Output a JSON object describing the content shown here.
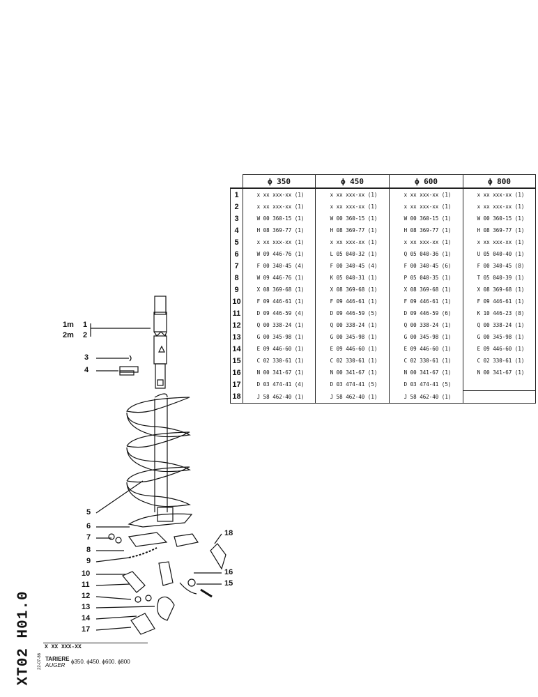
{
  "table": {
    "columns": [
      "ϕ 350",
      "ϕ 450",
      "ϕ 600",
      "ϕ 800"
    ],
    "rows": [
      {
        "n": "1",
        "c": [
          "x xx xxx-xx (1)",
          "x xx xxx-xx (1)",
          "x xx xxx-xx (1)",
          "x xx xxx-xx (1)"
        ]
      },
      {
        "n": "2",
        "c": [
          "x xx xxx-xx (1)",
          "x xx xxx-xx (1)",
          "x xx xxx-xx (1)",
          "x xx xxx-xx (1)"
        ]
      },
      {
        "n": "3",
        "c": [
          "W 00 360-15 (1)",
          "W 00 360-15 (1)",
          "W 00 360-15 (1)",
          "W 00 360-15 (1)"
        ]
      },
      {
        "n": "4",
        "c": [
          "H 08 369-77 (1)",
          "H 08 369-77 (1)",
          "H 08 369-77 (1)",
          "H 08 369-77 (1)"
        ]
      },
      {
        "n": "5",
        "c": [
          "x xx xxx-xx (1)",
          "x xx xxx-xx (1)",
          "x xx xxx-xx (1)",
          "x xx xxx-xx (1)"
        ]
      },
      {
        "n": "6",
        "c": [
          "W 09 446-76 (1)",
          "L 05 040-32 (1)",
          "Q 05 040-36 (1)",
          "U 05 040-40 (1)"
        ]
      },
      {
        "n": "7",
        "c": [
          "F 00 340-45 (4)",
          "F 00 340-45 (4)",
          "F 00 340-45 (6)",
          "F 00 340-45 (8)"
        ]
      },
      {
        "n": "8",
        "c": [
          "W 09 446-76 (1)",
          "K 05 040-31 (1)",
          "P 05 040-35 (1)",
          "T 05 040-39 (1)"
        ]
      },
      {
        "n": "9",
        "c": [
          "X 08 369-68 (1)",
          "X 08 369-68 (1)",
          "X 08 369-68 (1)",
          "X 08 369-68 (1)"
        ]
      },
      {
        "n": "10",
        "c": [
          "F 09 446-61 (1)",
          "F 09 446-61 (1)",
          "F 09 446-61 (1)",
          "F 09 446-61 (1)"
        ]
      },
      {
        "n": "11",
        "c": [
          "D 09 446-59 (4)",
          "D 09 446-59 (5)",
          "D 09 446-59 (6)",
          "K 10 446-23 (8)"
        ]
      },
      {
        "n": "12",
        "c": [
          "Q 00 338-24 (1)",
          "Q 00 338-24 (1)",
          "Q 00 338-24 (1)",
          "Q 00 338-24 (1)"
        ]
      },
      {
        "n": "13",
        "c": [
          "G 00 345-98 (1)",
          "G 00 345-98 (1)",
          "G 00 345-98 (1)",
          "G 00 345-98 (1)"
        ]
      },
      {
        "n": "14",
        "c": [
          "E 09 446-60 (1)",
          "E 09 446-60 (1)",
          "E 09 446-60 (1)",
          "E 09 446-60 (1)"
        ]
      },
      {
        "n": "15",
        "c": [
          "C 02 330-61 (1)",
          "C 02 330-61 (1)",
          "C 02 330-61 (1)",
          "C 02 330-61 (1)"
        ]
      },
      {
        "n": "16",
        "c": [
          "N 00 341-67 (1)",
          "N 00 341-67 (1)",
          "N 00 341-67 (1)",
          "N 00 341-67 (1)"
        ]
      },
      {
        "n": "17",
        "c": [
          "D 03 474-41 (4)",
          "D 03 474-41 (5)",
          "D 03 474-41 (5)",
          ""
        ]
      },
      {
        "n": "18",
        "c": [
          "J 58 462-40 (1)",
          "J 58 462-40 (1)",
          "J 58 462-40 (1)",
          ""
        ]
      }
    ]
  },
  "callouts": {
    "extension_1": "1",
    "extension_2": "2",
    "label_1m": "1m",
    "label_2m": "2m",
    "n3": "3",
    "n4": "4",
    "n5": "5",
    "n6": "6",
    "n7": "7",
    "n8": "8",
    "n9": "9",
    "n10": "10",
    "n11": "11",
    "n12": "12",
    "n13": "13",
    "n14": "14",
    "n17": "17",
    "n18": "18",
    "n16": "16",
    "n15": "15"
  },
  "title_block": {
    "doc_code": "XT02 H01.0",
    "date": "22-07-86",
    "ref_code": "X XX XXX-XX",
    "name_fr": "TARIERE",
    "name_en": "AUGER",
    "diameters": "ϕ350. ϕ450. ϕ600. ϕ800"
  }
}
